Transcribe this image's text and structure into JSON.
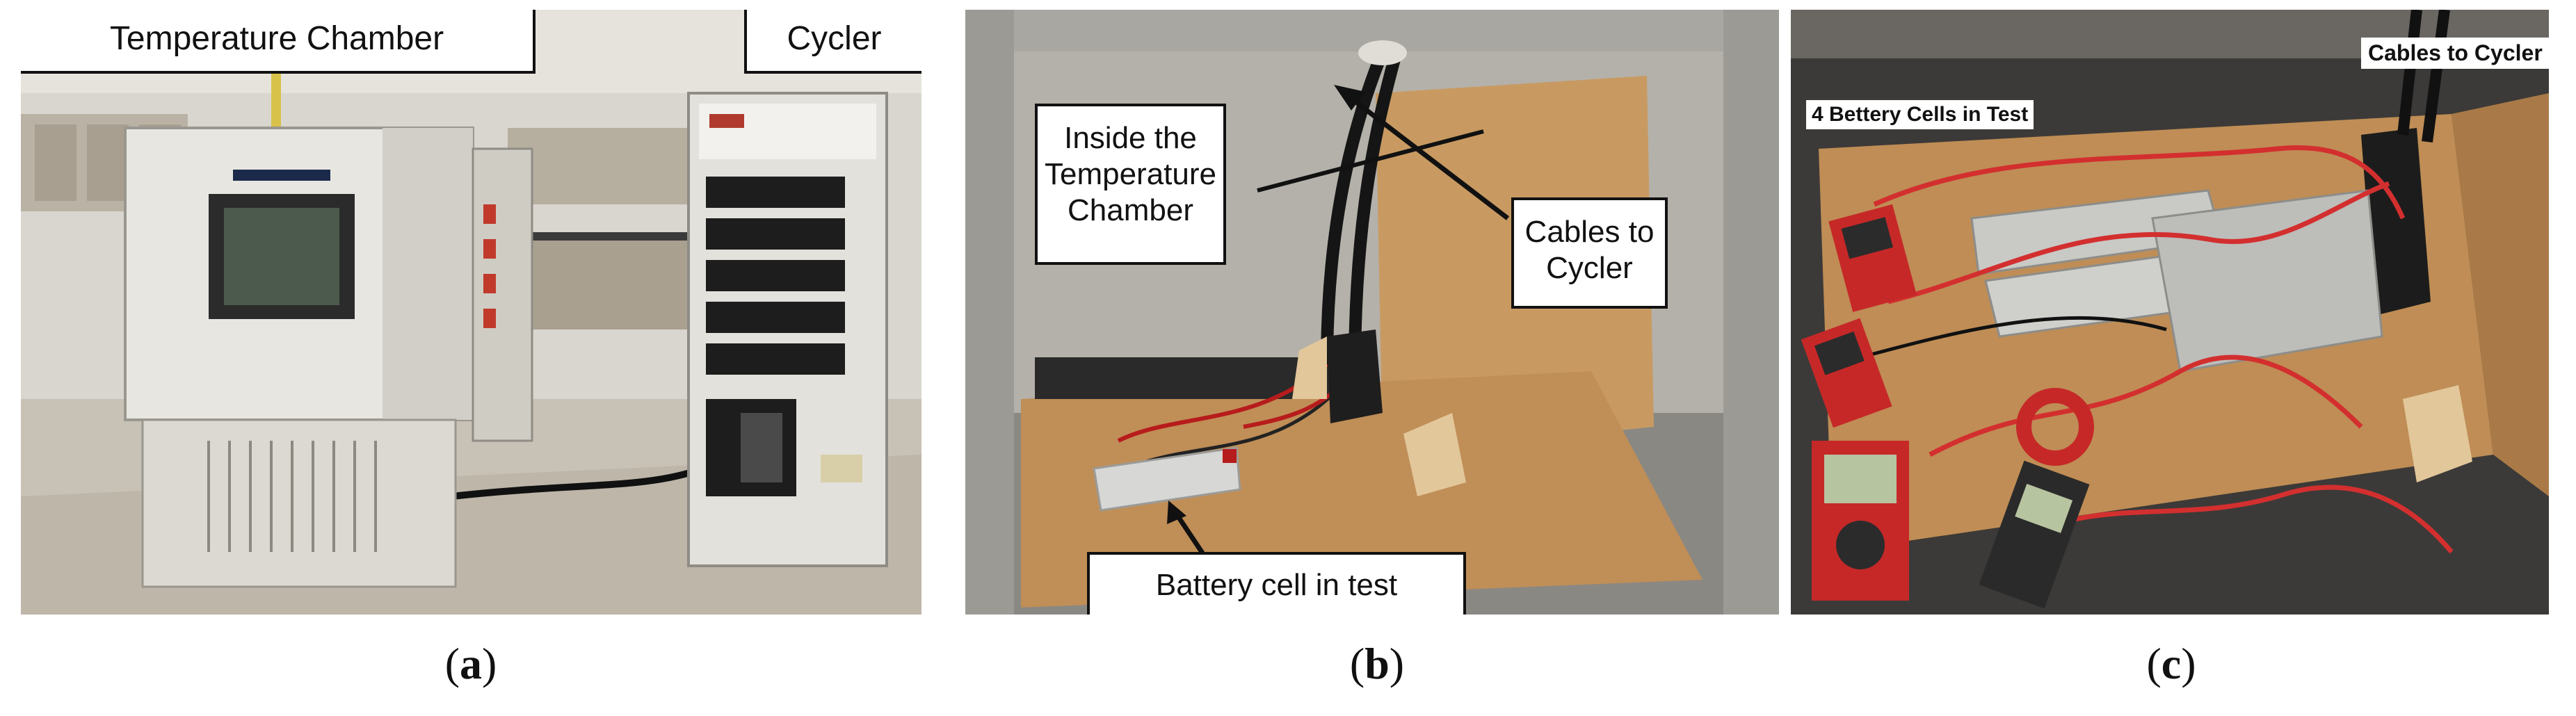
{
  "panels": {
    "a": {
      "caption": {
        "open": "(",
        "letter": "a",
        "close": ")"
      },
      "labels": {
        "chamber": "Temperature Chamber",
        "cycler": "Cycler"
      }
    },
    "b": {
      "caption": {
        "open": "(",
        "letter": "b",
        "close": ")"
      },
      "labels": {
        "inside": [
          "Inside the",
          "Temperature",
          "Chamber"
        ],
        "cables": [
          "Cables to",
          "Cycler"
        ],
        "battery": "Battery cell in test"
      }
    },
    "c": {
      "caption": {
        "open": "(",
        "letter": "c",
        "close": ")"
      },
      "labels": {
        "cells": "4 Bettery Cells in Test",
        "cables": "Cables to Cycler"
      }
    }
  }
}
